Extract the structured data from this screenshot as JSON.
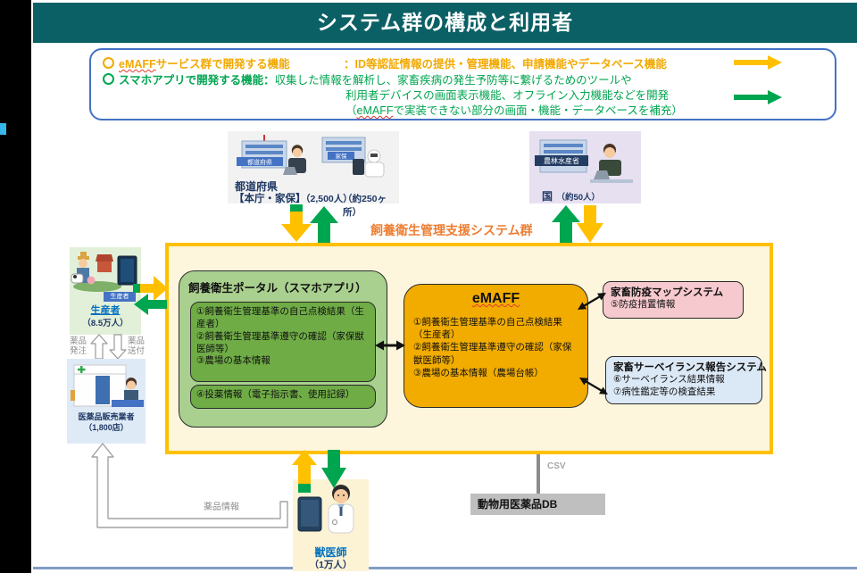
{
  "colors": {
    "teal": "#0B6065",
    "accent_orange": "#F2A900",
    "accent_green": "#00A550",
    "arrow_yellow": "#FFC000",
    "arrow_green": "#00A550",
    "main_border": "#FFC000",
    "navy": "#1F3864",
    "link_blue": "#0070C0"
  },
  "title": "システム群の構成と利用者",
  "legend": {
    "item1": {
      "label_en": "eMAFF",
      "label_ja": "サービス群で開発する機能",
      "desc": "：ID等認証情報の提供・管理機能、申請機能やデータベース機能"
    },
    "item2": {
      "label": "スマホアプリで開発する機能：",
      "desc": "収集した情報を解析し、家畜疾病の発生予防等に繋げるためのツールや",
      "line2": "利用者デバイスの画面表示機能、オフライン入力機能などを開発",
      "line3_pre": "（",
      "line3_en": "eMAFF",
      "line3_post": "で実装できない部分の画面・機能・データベースを補充）"
    }
  },
  "system_group": {
    "title": "飼養衛生管理支援システム群",
    "portal": {
      "title": "飼養衛生ポータル（スマホアプリ）",
      "box1": [
        "①飼養衛生管理基準の自己点検結果（生産者）",
        "②飼養衛生管理基準遵守の確認（家保獣医師等）",
        "③農場の基本情報"
      ],
      "box2": [
        "④投薬情報（電子指示書、使用記録）"
      ]
    },
    "emaff": {
      "title": "eMAFF",
      "items": [
        "①飼養衛生管理基準の自己点検結果（生産者）",
        "②飼養衛生管理基準遵守の確認（家保獣医師等）",
        "③農場の基本情報（農場台帳）"
      ]
    },
    "map_system": {
      "title": "家畜防疫マップシステム",
      "items": [
        "⑤防疫措置情報"
      ]
    },
    "surveillance": {
      "title": "家畜サーベイランス報告システム",
      "items": [
        "⑥サーベイランス結果情報",
        "⑦病性鑑定等の検査結果"
      ]
    }
  },
  "actors": {
    "prefecture": {
      "name": "都道府県",
      "name2": "【本庁・家保】",
      "count": "（2,500人）",
      "sites": "（約250ヶ所）",
      "sign1": "都道府県",
      "sign2": "家保"
    },
    "nation": {
      "name": "国",
      "count": "（約50人）",
      "sign": "農林水産省"
    },
    "producer": {
      "name": "生産者",
      "count": "（8.5万人）",
      "tag": "生産者"
    },
    "seller": {
      "name": "医薬品販売業者",
      "count": "（1,800店）"
    },
    "vet": {
      "name": "獣医師",
      "count": "（1万人）"
    }
  },
  "db": {
    "label": "動物用医薬品DB",
    "csv": "CSV"
  },
  "flows": {
    "order": "薬品発注",
    "delivery": "薬品送付",
    "info": "薬品情報"
  }
}
